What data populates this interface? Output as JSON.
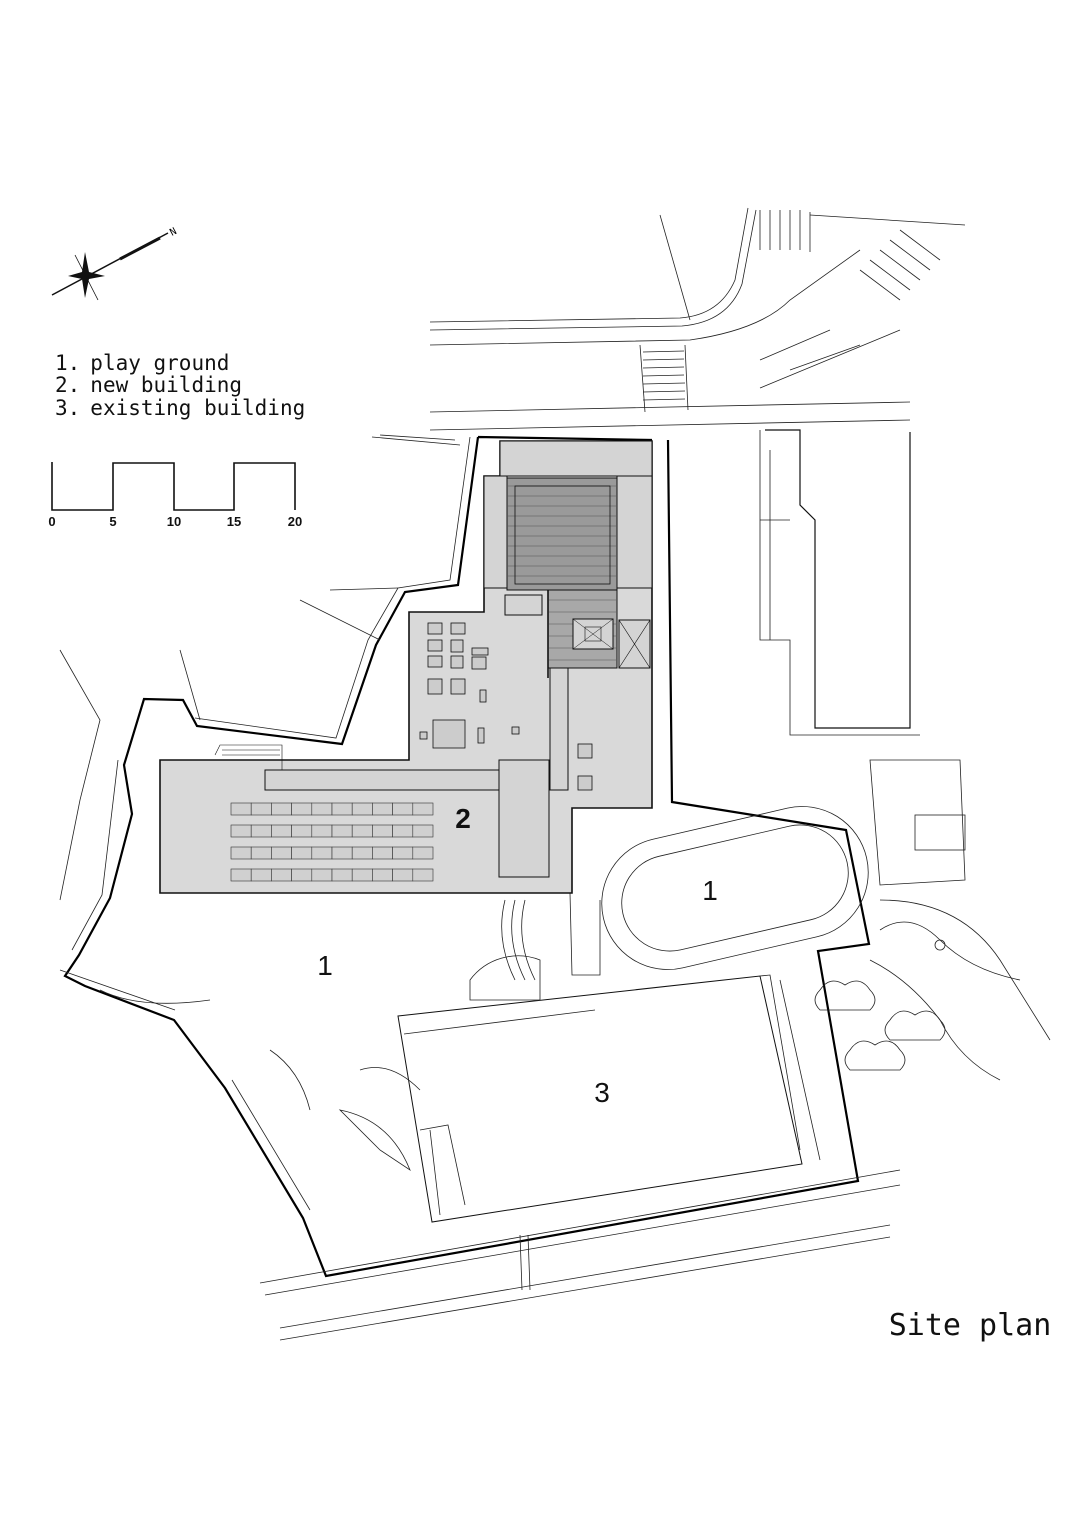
{
  "legend": {
    "items": [
      {
        "num": "1.",
        "label": "play ground"
      },
      {
        "num": "2.",
        "label": "new building"
      },
      {
        "num": "3.",
        "label": "existing building"
      }
    ]
  },
  "scale_bar": {
    "ticks": [
      "0",
      "5",
      "10",
      "15",
      "20"
    ]
  },
  "north_arrow": {
    "label": "N"
  },
  "labels": {
    "playground_west": "1",
    "playground_east": "1",
    "new_building": "2",
    "existing_building": "3"
  },
  "title": "Site plan",
  "colors": {
    "building_fill": "#d9d9d9",
    "line": "#111111"
  }
}
